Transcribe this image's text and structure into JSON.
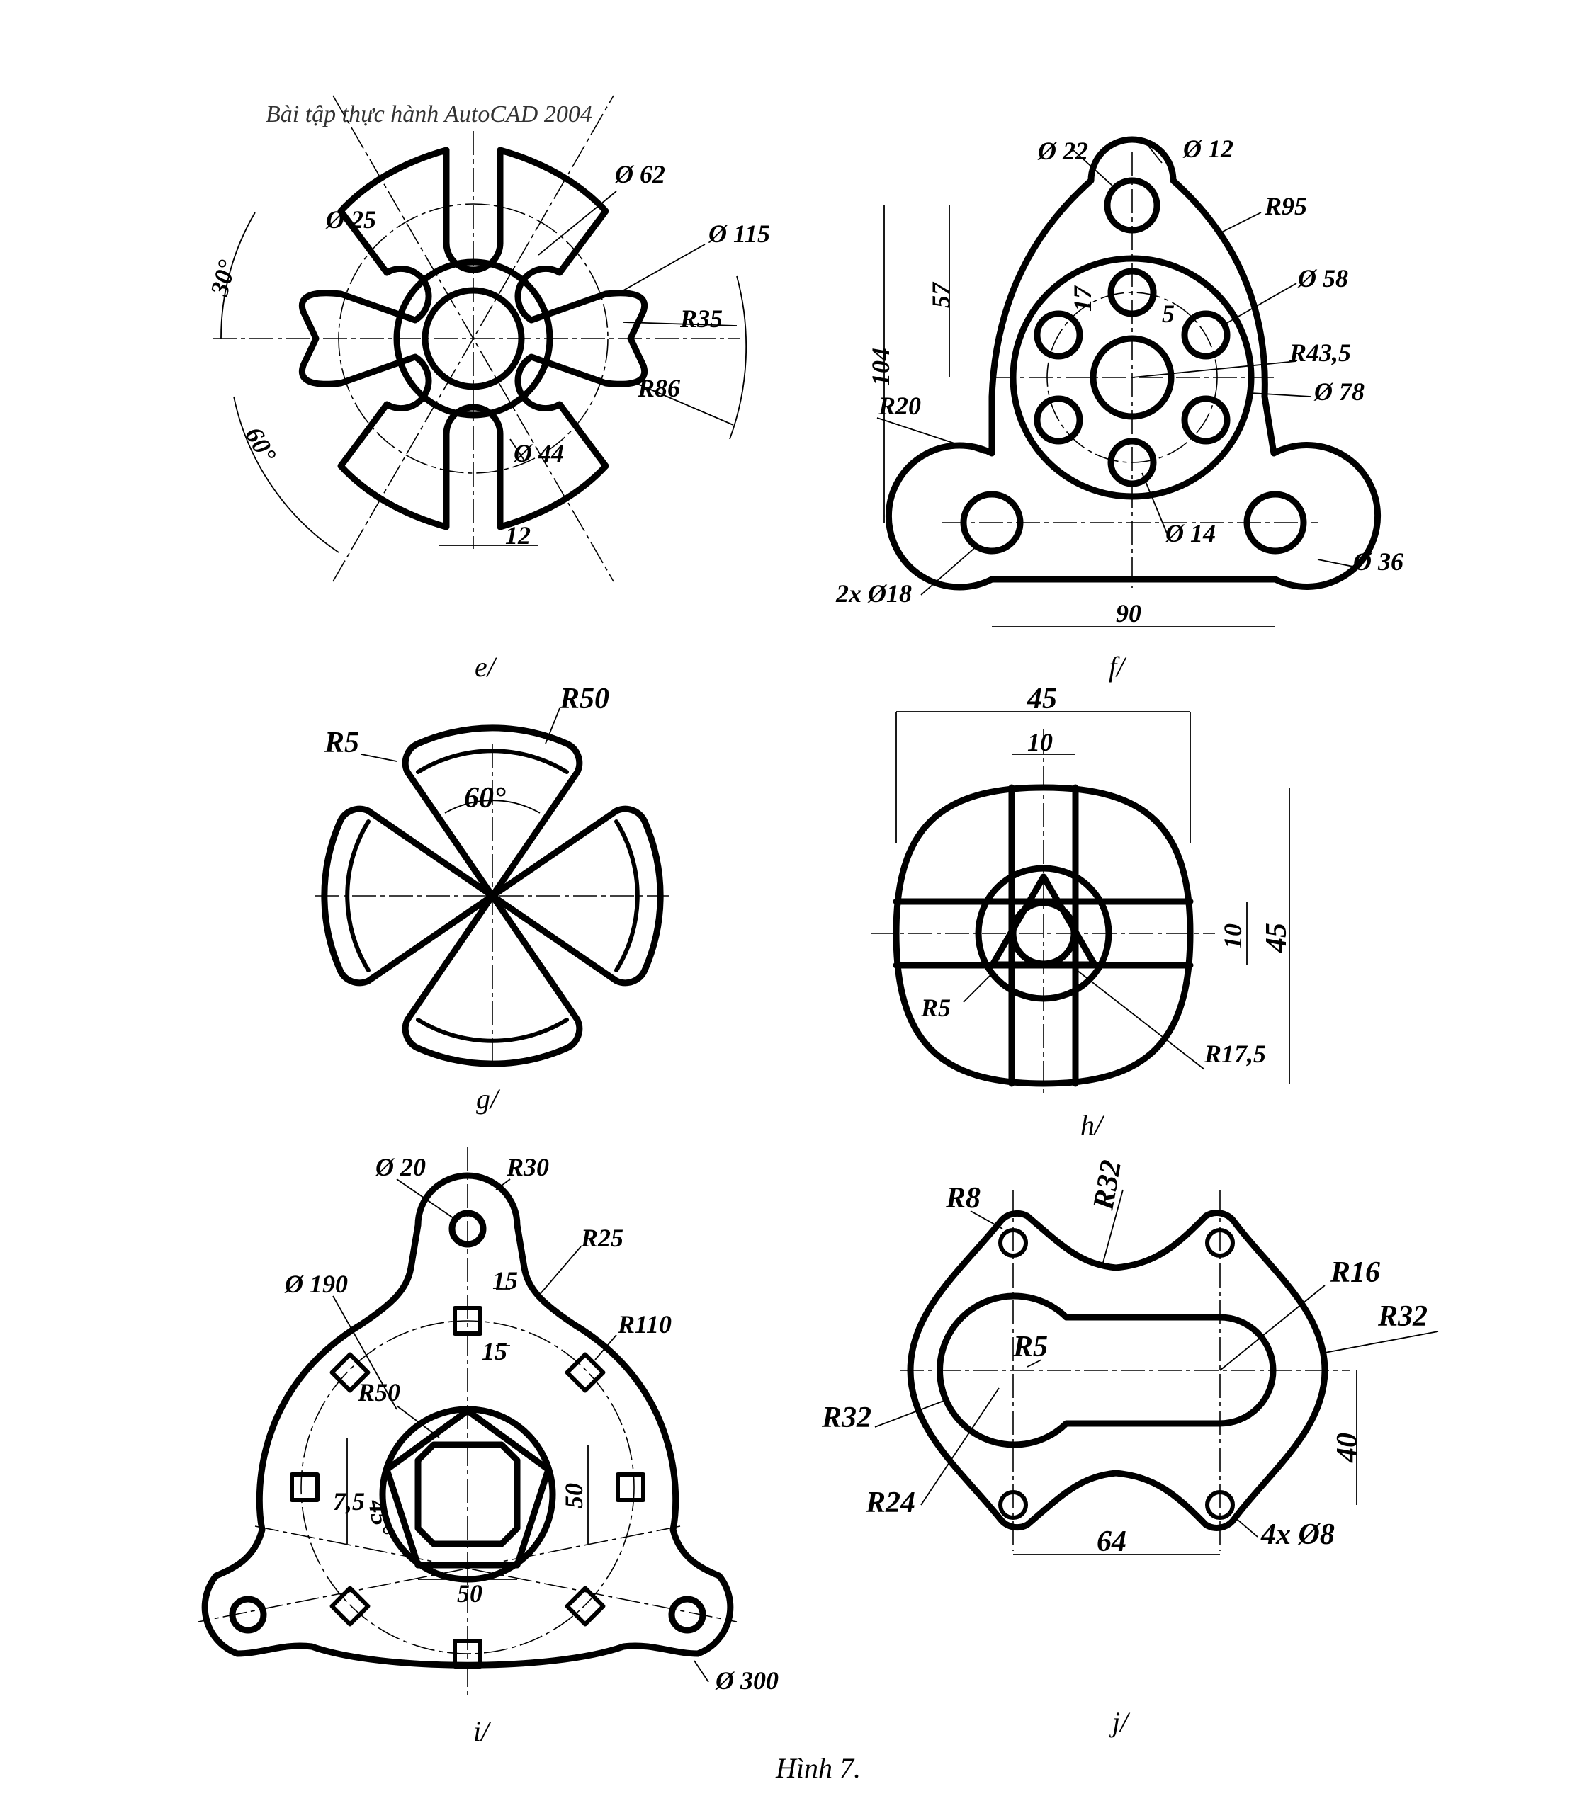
{
  "header": {
    "title": "Bài tập thực hành AutoCAD 2004"
  },
  "figure": {
    "caption": "Hình 7."
  },
  "drawings": {
    "e": {
      "label": "e/",
      "dims": [
        "Ø 62",
        "Ø 25",
        "Ø 115",
        "R35",
        "R86",
        "Ø 44",
        "12",
        "30°",
        "60°"
      ]
    },
    "f": {
      "label": "f/",
      "dims": [
        "Ø 22",
        "Ø 12",
        "R95",
        "Ø 58",
        "17",
        "5",
        "57",
        "104",
        "R43,5",
        "Ø 78",
        "R20",
        "Ø 14",
        "Ø 36",
        "2x Ø18",
        "90"
      ]
    },
    "g": {
      "label": "g/",
      "dims": [
        "R5",
        "R50",
        "60°"
      ]
    },
    "h": {
      "label": "h/",
      "dims": [
        "45",
        "10",
        "10",
        "45",
        "R5",
        "R17,5"
      ]
    },
    "i": {
      "label": "i/",
      "dims": [
        "Ø 20",
        "R30",
        "R25",
        "Ø 190",
        "15",
        "15",
        "R110",
        "R50",
        "45°",
        "7,5",
        "50",
        "50",
        "Ø 300"
      ]
    },
    "j": {
      "label": "j/",
      "dims": [
        "R8",
        "R32",
        "R16",
        "R32",
        "R5",
        "R32",
        "R24",
        "40",
        "64",
        "4x Ø8"
      ]
    }
  }
}
